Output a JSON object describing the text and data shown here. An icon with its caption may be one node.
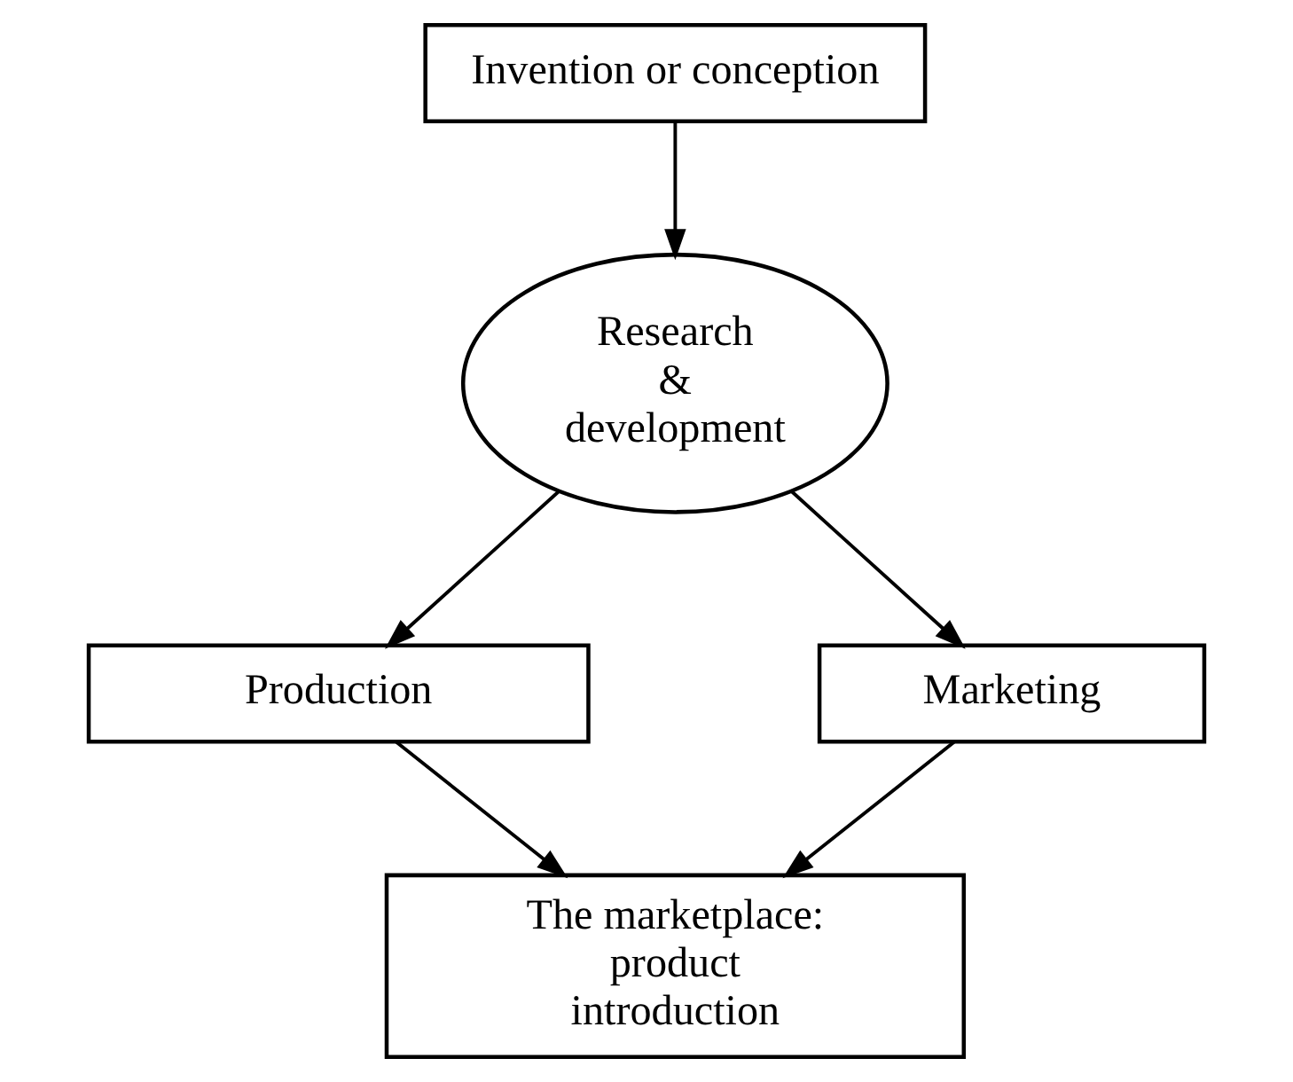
{
  "diagram": {
    "nodes": [
      {
        "text": [
          "Invention or conception"
        ]
      },
      {
        "text": [
          "Research & development"
        ]
      },
      {
        "text": [
          "Production"
        ]
      },
      {
        "text": [
          "Marketing"
        ]
      },
      {
        "text": [
          "The marketplace: product introduction"
        ]
      }
    ],
    "edges": [
      {
        "from": 0,
        "to": 1,
        "arrow": "to"
      },
      {
        "from": 1,
        "to": 2,
        "arrow": "to"
      },
      {
        "from": 1,
        "to": 3,
        "arrow": "to"
      },
      {
        "from": 2,
        "to": 4,
        "arrow": "to"
      },
      {
        "from": 3,
        "to": 4,
        "arrow": "to"
      }
    ]
  }
}
